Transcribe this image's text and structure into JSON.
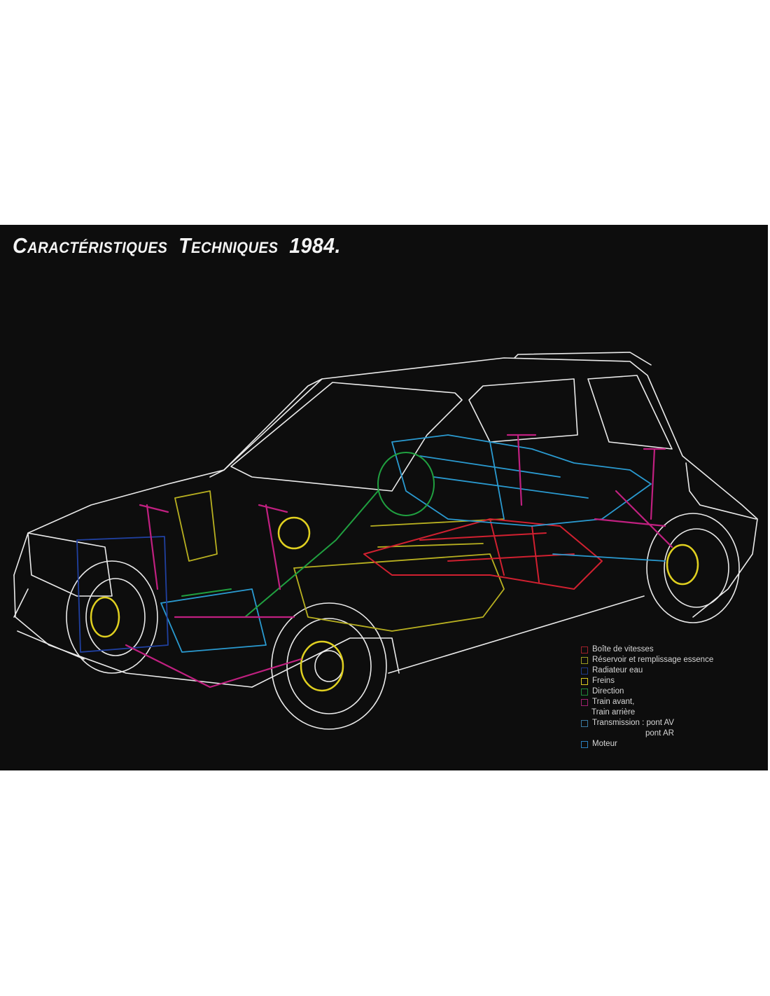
{
  "title": "Caractéristiques Techniques 1984.",
  "legend": {
    "items": [
      {
        "label": "Boîte de vitesses",
        "color": "#a0202a"
      },
      {
        "label": "Réservoir et remplissage essence",
        "color": "#9a9a20"
      },
      {
        "label": "Radiateur eau",
        "color": "#1f3a8a"
      },
      {
        "label": "Freins",
        "color": "#d8c820"
      },
      {
        "label": "Direction",
        "color": "#1f8a3a"
      },
      {
        "label": "Train avant,",
        "label2": "Train arrière",
        "color": "#a02070"
      },
      {
        "label": "Transmission : pont AV",
        "label2": "pont AR",
        "color": "#3a7aa0"
      },
      {
        "label": "Moteur",
        "color": "#2a80c0"
      }
    ]
  }
}
